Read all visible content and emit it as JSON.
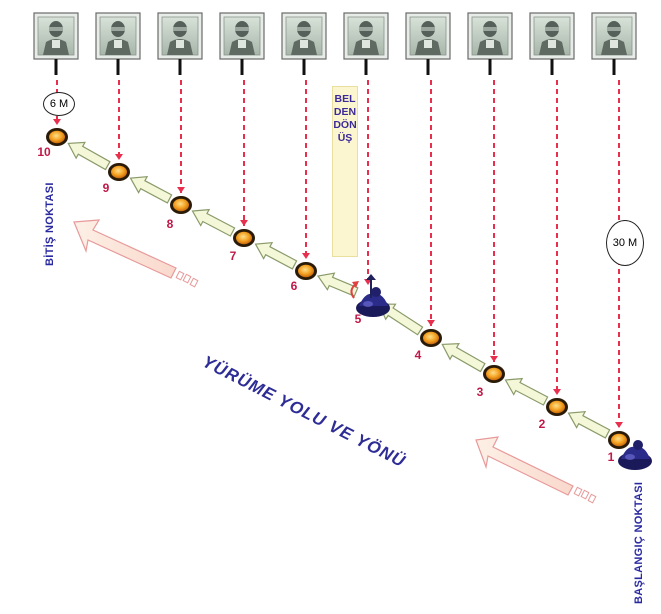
{
  "stations": [
    {
      "label": "1"
    },
    {
      "label": "2"
    },
    {
      "label": "3"
    },
    {
      "label": "4"
    },
    {
      "label": "5"
    },
    {
      "label": "6"
    },
    {
      "label": "7"
    },
    {
      "label": "8"
    },
    {
      "label": "9"
    },
    {
      "label": "10"
    }
  ],
  "labels": {
    "start": "BAŞLANGIÇ NOKTASI",
    "end": "BİTİŞ NOKTASI",
    "turn": "BELDEN DÖNÜŞ",
    "path": "YÜRÜME YOLU VE YÖNÜ",
    "dist_start": "30 M",
    "dist_end": "6 M"
  },
  "colors": {
    "marker_outer": "#2a1a08",
    "marker_inner": "#f4a020",
    "dashed_line": "#e8304e",
    "arrow_fill": "#f4f8d8",
    "arrow_stroke": "#8a9a6a",
    "big_arrow_fill": "#fbe7dc",
    "big_arrow_stroke": "#e79a9a",
    "text_blue": "#2e2c95",
    "number_color": "#c01848"
  },
  "icons": {
    "photo": "mirror-portrait-icon",
    "walker": "walker-figure-icon",
    "turn": "turn-arrow-icon"
  }
}
